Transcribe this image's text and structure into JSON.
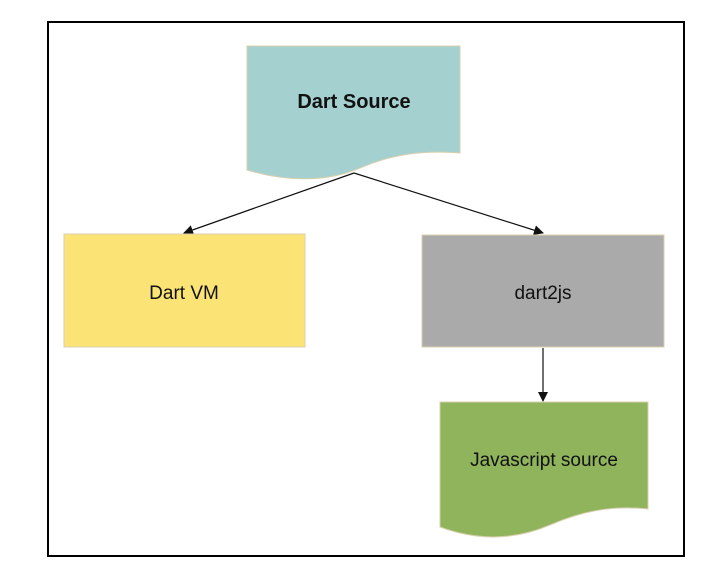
{
  "nodes": {
    "dart_source": {
      "label": "Dart Source",
      "color": "#a5d0d0"
    },
    "dart_vm": {
      "label": "Dart VM",
      "color": "#fbe475"
    },
    "dart2js": {
      "label": "dart2js",
      "color": "#aaaaaa"
    },
    "javascript_source": {
      "label": "Javascript source",
      "color": "#8fb45c"
    }
  },
  "edges": [
    {
      "from": "Dart Source",
      "to": "Dart VM"
    },
    {
      "from": "Dart Source",
      "to": "dart2js"
    },
    {
      "from": "dart2js",
      "to": "Javascript source"
    }
  ],
  "colors": {
    "frame": "#000000",
    "arrow": "#111111",
    "node_border": "#d8cfae"
  }
}
